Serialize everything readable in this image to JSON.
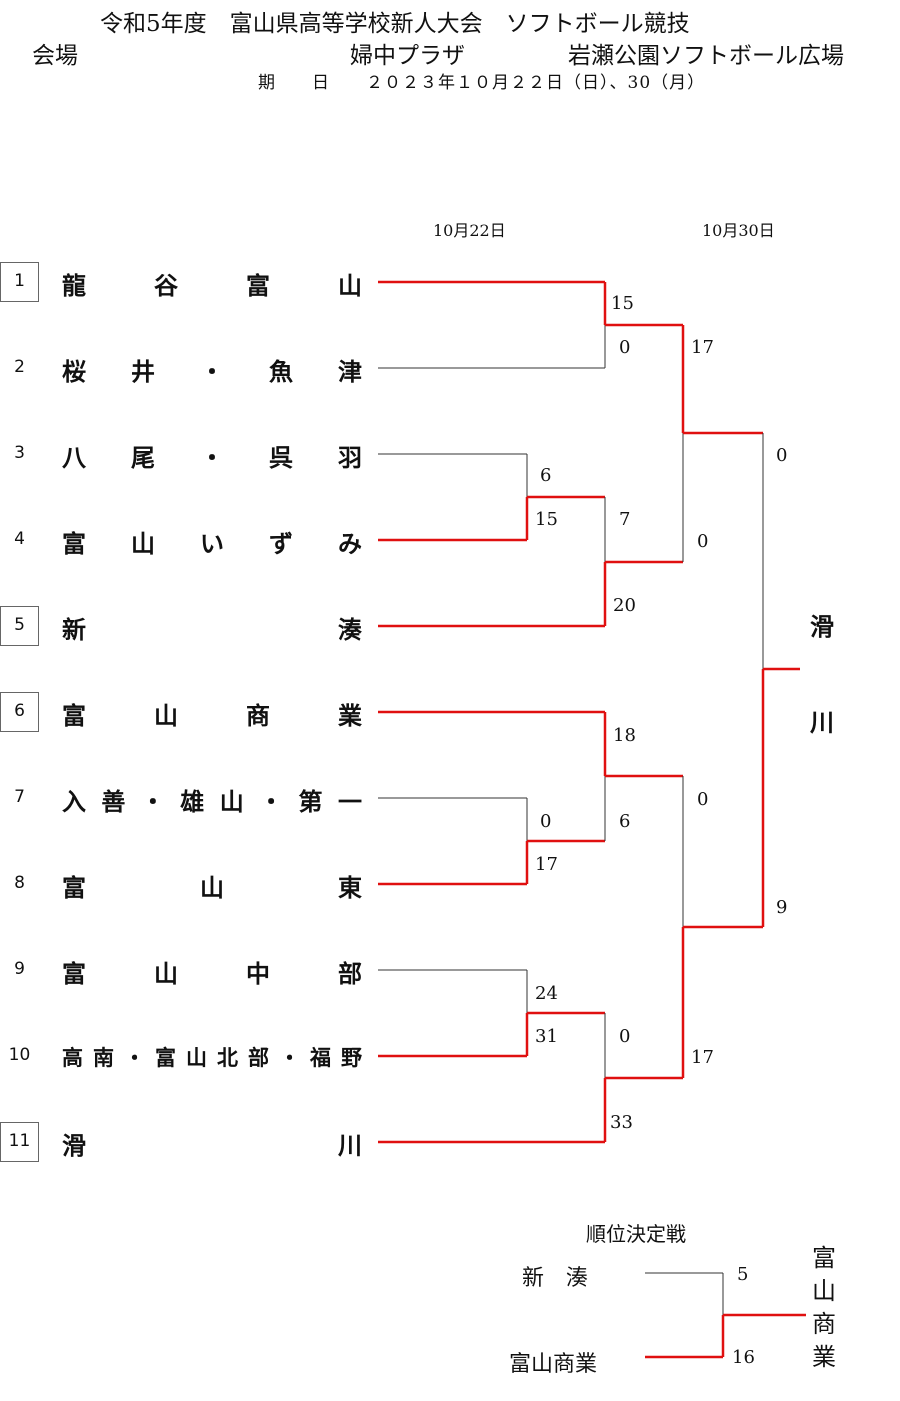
{
  "header": {
    "title": "令和5年度　富山県高等学校新人大会　ソフトボール競技",
    "venue_label": "会場",
    "venue1": "婦中プラザ",
    "venue2": "岩瀬公園ソフトボール広場",
    "period": "期　　日　　２０２３年１０月２２日（日）、30（月）"
  },
  "round_dates": [
    "10月22日",
    "10月30日"
  ],
  "teams": [
    {
      "no": "1",
      "chars": [
        "龍",
        "谷",
        "富",
        "山"
      ],
      "seed": true
    },
    {
      "no": "2",
      "chars": [
        "桜",
        "井",
        "・",
        "魚",
        "津"
      ],
      "seed": false
    },
    {
      "no": "3",
      "chars": [
        "八",
        "尾",
        "・",
        "呉",
        "羽"
      ],
      "seed": false
    },
    {
      "no": "4",
      "chars": [
        "富",
        "山",
        "い",
        "ず",
        "み"
      ],
      "seed": false
    },
    {
      "no": "5",
      "chars": [
        "新",
        "湊"
      ],
      "seed": true
    },
    {
      "no": "6",
      "chars": [
        "富",
        "山",
        "商",
        "業"
      ],
      "seed": true
    },
    {
      "no": "7",
      "chars": [
        "入",
        "善",
        "・",
        "雄",
        "山",
        "・",
        "第",
        "一"
      ],
      "seed": false
    },
    {
      "no": "8",
      "chars": [
        "富",
        "山",
        "東"
      ],
      "seed": false
    },
    {
      "no": "9",
      "chars": [
        "富",
        "山",
        "中",
        "部"
      ],
      "seed": false
    },
    {
      "no": "10",
      "chars": [
        "高",
        "南",
        "・",
        "富",
        "山",
        "北",
        "部",
        "・",
        "福",
        "野"
      ],
      "seed": false
    },
    {
      "no": "11",
      "chars": [
        "滑",
        "川"
      ],
      "seed": true
    }
  ],
  "scores": {
    "m1_top": "15",
    "m1_bot": "0",
    "m3_top": "6",
    "m3_bot": "15",
    "m7_top": "0",
    "m7_bot": "17",
    "m9_top": "24",
    "m9_bot": "31",
    "qf2_top": "7",
    "qf2_bot": "20",
    "qf3_top": "18",
    "qf3_bot": "6",
    "qf4_top": "0",
    "qf4_bot": "33",
    "sf1_top": "17",
    "sf1_bot": "0",
    "sf2_top": "0",
    "sf2_bot": "17",
    "final_top": "0",
    "final_bot": "9"
  },
  "champion": [
    "滑",
    "川"
  ],
  "consolation": {
    "title": "順位決定戦",
    "team_top": "新　湊",
    "team_bot": "富山商業",
    "score_top": "5",
    "score_bot": "16",
    "winner": "富山商業"
  },
  "colors": {
    "winner_line": "#e01010",
    "line": "#333333"
  }
}
